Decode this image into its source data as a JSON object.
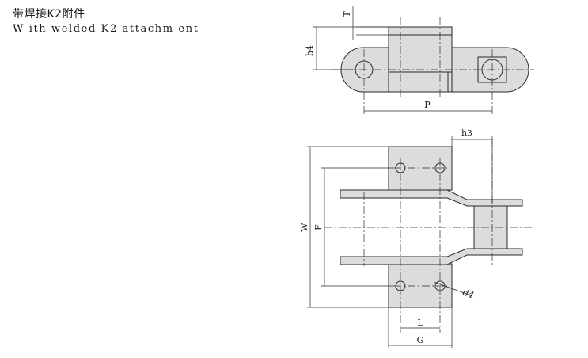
{
  "header": {
    "title_cn": "带焊接K2附件",
    "title_en": "W ith welded K2 attachm ent"
  },
  "dimensions": {
    "T": "T",
    "h4": "h4",
    "P": "P",
    "h3": "h3",
    "W": "W",
    "F": "F",
    "d4": "d4",
    "L": "L",
    "G": "G"
  }
}
